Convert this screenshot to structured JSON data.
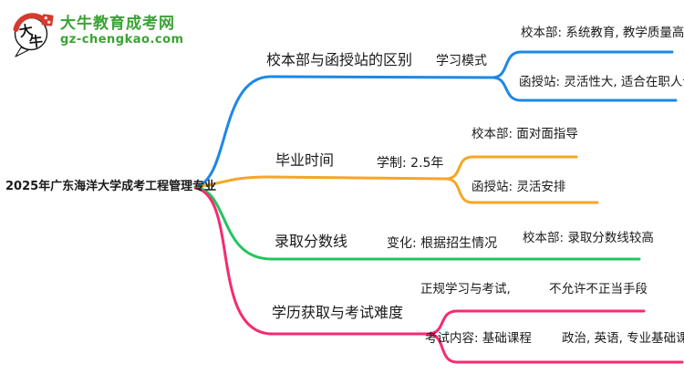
{
  "logo": {
    "icon_chars_top": "大",
    "icon_chars_bottom": "牛",
    "title": "大牛教育成考网",
    "subtitle": "gz-chengkao.com",
    "brand_green": "#3aa335",
    "seal_red": "#d23b2e"
  },
  "center": {
    "title": "2025年广东海洋大学成考工程管理专业"
  },
  "colors": {
    "blue": "#1e88e5",
    "orange": "#f5a623",
    "green": "#22c55e",
    "pink": "#f62a72",
    "text": "#1a1a1a"
  },
  "map": {
    "blue": {
      "l1": "校本部与函授站的区别",
      "l2": "学习模式",
      "leaf1": "校本部: 系统教育, 教学质量高",
      "leaf2": "函授站: 灵活性大, 适合在职人士"
    },
    "orange": {
      "l1": "毕业时间",
      "l2": "学制: 2.5年",
      "leaf1": "校本部: 面对面指导",
      "leaf2": "函授站: 灵活安排"
    },
    "green": {
      "l1": "录取分数线",
      "l2": "变化: 根据招生情况",
      "leaf1": "校本部: 录取分数线较高"
    },
    "pink": {
      "l1": "学历获取与考试难度",
      "t1": "正规学习与考试,",
      "t2": "不允许不正当手段",
      "b1": "考试内容: 基础课程",
      "b2": "政治, 英语, 专业基础课"
    }
  }
}
